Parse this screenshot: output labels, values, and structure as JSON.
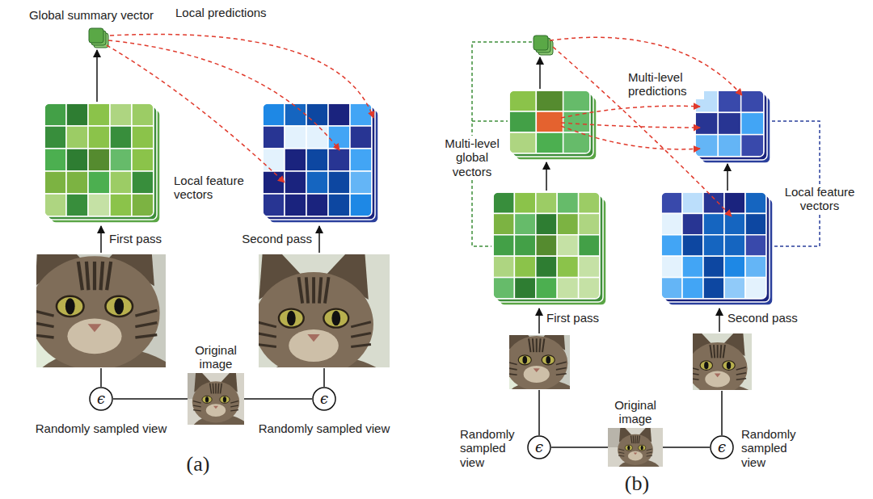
{
  "diagram": {
    "nodes": [
      {
        "text": [
          "ϵ"
        ]
      },
      {
        "text": [
          "Original image"
        ]
      },
      {
        "text": [
          "ϵ"
        ]
      },
      {
        "text": [
          "ϵ"
        ]
      },
      {
        "text": [
          "Original image"
        ]
      },
      {
        "text": [
          "ϵ"
        ]
      }
    ],
    "edges": [
      {
        "from": 1,
        "to": 0,
        "arrow": "none"
      },
      {
        "from": 1,
        "to": 2,
        "arrow": "none"
      },
      {
        "from": 4,
        "to": 3,
        "arrow": "none"
      },
      {
        "from": 4,
        "to": 5,
        "arrow": "none"
      }
    ],
    "labels": [
      "Global summary vector",
      "Local predictions",
      "Local feature vectors",
      "First pass",
      "Second pass",
      "Randomly sampled view",
      "Randomly sampled view",
      "(a)",
      "Multi-level predictions",
      "Multi-level global vectors",
      "Local feature vectors",
      "First pass",
      "Second pass",
      "Randomly sampled view",
      "Randomly sampled view",
      "(b)"
    ]
  }
}
